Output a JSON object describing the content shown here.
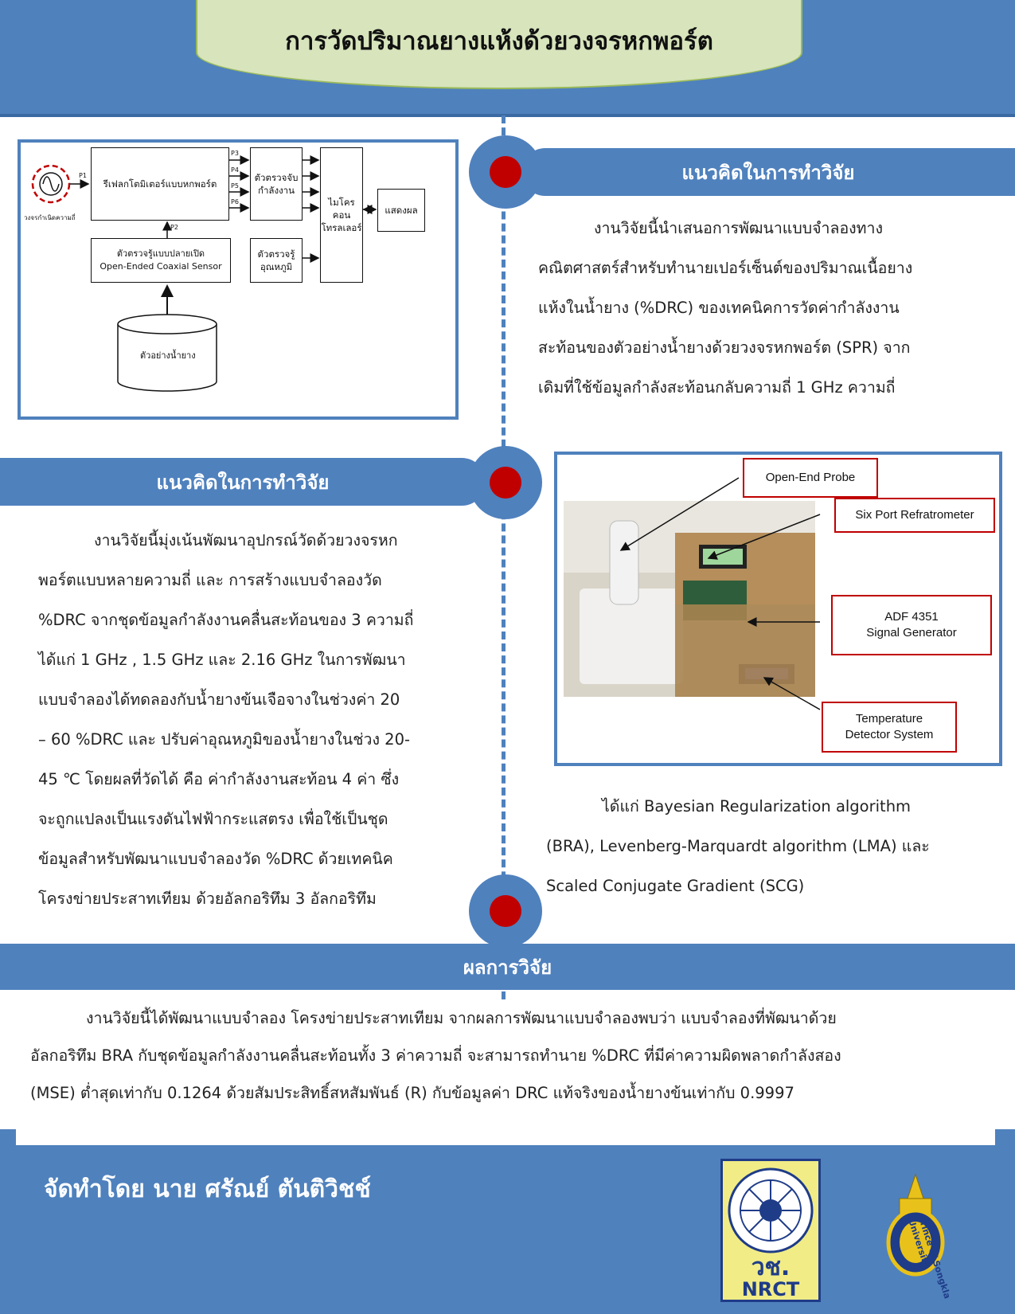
{
  "title": "การวัดปริมาณยางแห้งด้วยวงจรหกพอร์ต",
  "section_right": {
    "heading": "แนวคิดในการทำวิจัย",
    "lines": [
      "งานวิจัยนี้นำเสนอการพัฒนาแบบจำลองทาง",
      "คณิตศาสตร์สำหรับทำนายเปอร์เซ็นต์ของปริมาณเนื้อยาง",
      "แห้งในน้ำยาง (%DRC) ของเทคนิคการวัดค่ากำลังงาน",
      "สะท้อนของตัวอย่างน้ำยางด้วยวงจรหกพอร์ต (SPR) จาก",
      "เดิมที่ใช้ข้อมูลกำลังสะท้อนกลับความถี่  1 GHz ความถี่"
    ]
  },
  "section_left": {
    "heading": "แนวคิดในการทำวิจัย",
    "lines": [
      "งานวิจัยนี้มุ่งเน้นพัฒนาอุปกรณ์วัดด้วยวงจรหก",
      "พอร์ตแบบหลายความถี่ และ การสร้างแบบจำลองวัด",
      "%DRC จากชุดข้อมูลกำลังงานคลื่นสะท้อนของ 3 ความถี่",
      "ได้แก่ 1 GHz , 1.5 GHz และ 2.16 GHz  ในการพัฒนา",
      "แบบจำลองได้ทดลองกับน้ำยางข้นเจือจางในช่วงค่า 20",
      "– 60 %DRC และ ปรับค่าอุณหภูมิของน้ำยางในช่วง 20-",
      "45 ℃  โดยผลที่วัดได้ คือ ค่ากำลังงานสะท้อน 4 ค่า ซึ่ง",
      "จะถูกแปลงเป็นแรงดันไฟฟ้ากระแสตรง เพื่อใช้เป็นชุด",
      "ข้อมูลสำหรับพัฒนาแบบจำลองวัด %DRC ด้วยเทคนิค",
      "โครงข่ายประสาทเทียม ด้วยอัลกอริทึม 3 อัลกอริทึม"
    ]
  },
  "right_continuation": {
    "lines": [
      "ได้แก่  Bayesian Regularization algorithm",
      "(BRA), Levenberg-Marquardt algorithm (LMA) และ",
      "Scaled Conjugate Gradient (SCG)"
    ]
  },
  "results": {
    "heading": "ผลการวิจัย",
    "lines": [
      "งานวิจัยนี้ได้พัฒนาแบบจำลอง โครงข่ายประสาทเทียม จากผลการพัฒนาแบบจำลองพบว่า แบบจำลองที่พัฒนาด้วย",
      "อัลกอริทึม BRA กับชุดข้อมูลกำลังงานคลื่นสะท้อนทั้ง 3 ค่าความถี่ จะสามารถทำนาย %DRC ที่มีค่าความผิดพลาดกำลังสอง",
      "(MSE) ต่ำสุดเท่ากับ 0.1264 ด้วยสัมประสิทธิ์สหสัมพันธ์ (R) กับข้อมูลค่า DRC แท้จริงของน้ำยางข้นเท่ากับ  0.9997"
    ]
  },
  "diagram": {
    "source_label": "วงจรกำเนิดความถี่",
    "reflectometer": "รีเฟลกโตมิเตอร์แบบหกพอร์ต",
    "power_detector": "ตัวตรวจจับ\nกำลังงาน",
    "microcontroller": "ไมโครคอน\nโทรลเลอร์",
    "display": "แสดงผล",
    "sensor": "ตัวตรวจรู้แบบปลายเปิด\nOpen-Ended Coaxial Sensor",
    "temp_sensor": "ตัวตรวจรู้\nอุณหภูมิ",
    "sample": "ตัวอย่างน้ำยาง",
    "ports": {
      "p1": "P1",
      "p2": "P2",
      "p3": "P3",
      "p4": "P4",
      "p5": "P5",
      "p6": "P6"
    }
  },
  "photo_callouts": {
    "probe": "Open-End Probe",
    "refratrometer": "Six Port Refratrometer",
    "generator": "ADF 4351\nSignal Generator",
    "temperature": "Temperature\nDetector System"
  },
  "footer": {
    "author": "จัดทำโดย นาย ศรัณย์   ตันติวิชช์",
    "nrct_thai": "วช.",
    "nrct_en": "NRCT",
    "psu_text": "Prince of Songkla University"
  },
  "colors": {
    "primary": "#4f81bd",
    "accent_red": "#c00000",
    "title_bg": "#d7e4bc"
  }
}
